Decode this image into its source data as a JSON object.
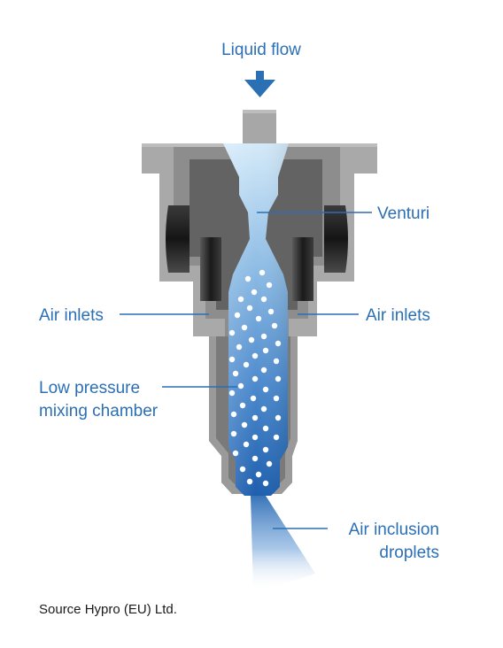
{
  "labels": {
    "liquid_flow": "Liquid flow",
    "venturi": "Venturi",
    "air_inlets_left": "Air inlets",
    "air_inlets_right": "Air inlets",
    "low_pressure_line1": "Low pressure",
    "low_pressure_line2": "mixing chamber",
    "air_inclusion_line1": "Air inclusion",
    "air_inclusion_line2": "droplets"
  },
  "source": "Source Hypro (EU) Ltd.",
  "colors": {
    "label_blue": "#2b6fb5",
    "arrow_blue": "#2b6fb5",
    "body_light_gray": "#a9a9a9",
    "body_mid_gray": "#8a8a8a",
    "body_dark_gray": "#5e5e5e",
    "liquid_light": "#cfe6f8",
    "liquid_deep": "#1e5fae"
  },
  "icons": {
    "flow_arrow": "arrow-down-icon"
  }
}
